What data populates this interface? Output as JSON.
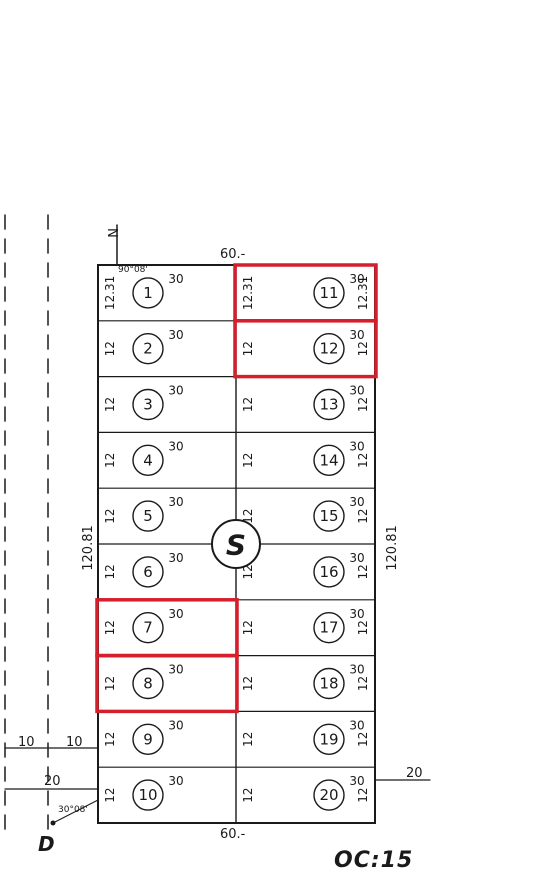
{
  "map": {
    "block_label": "S",
    "sheet_label": "OC:15",
    "north_marker": "N",
    "corner_label": "D",
    "street_top": "60.-",
    "street_bottom": "60.-",
    "left_dim": "120.81",
    "right_dim": "120.81",
    "left_offset_1": "10",
    "left_offset_2": "10",
    "left_offset_3": "20",
    "right_offset": "20",
    "corner_angle_1": "90°08'",
    "corner_angle_2": "30°08'"
  },
  "lots": [
    {
      "num": "1",
      "depth": "12.31",
      "frontage": "30"
    },
    {
      "num": "2",
      "depth": "12",
      "frontage": "30"
    },
    {
      "num": "3",
      "depth": "12",
      "frontage": "30"
    },
    {
      "num": "4",
      "depth": "12",
      "frontage": "30"
    },
    {
      "num": "5",
      "depth": "12",
      "frontage": "30"
    },
    {
      "num": "6",
      "depth": "12",
      "frontage": "30"
    },
    {
      "num": "7",
      "depth": "12",
      "frontage": "30"
    },
    {
      "num": "8",
      "depth": "12",
      "frontage": "30"
    },
    {
      "num": "9",
      "depth": "12",
      "frontage": "30"
    },
    {
      "num": "10",
      "depth": "12",
      "frontage": "30"
    },
    {
      "num": "11",
      "depth": "12.31",
      "frontage": "30",
      "depth_right": "12.31"
    },
    {
      "num": "12",
      "depth": "12",
      "frontage": "30",
      "depth_right": "12"
    },
    {
      "num": "13",
      "depth": "12",
      "frontage": "30",
      "depth_right": "12"
    },
    {
      "num": "14",
      "depth": "12",
      "frontage": "30",
      "depth_right": "12"
    },
    {
      "num": "15",
      "depth": "12",
      "frontage": "30",
      "depth_right": "12"
    },
    {
      "num": "16",
      "depth": "12",
      "frontage": "30",
      "depth_right": "12"
    },
    {
      "num": "17",
      "depth": "12",
      "frontage": "30",
      "depth_right": "12"
    },
    {
      "num": "18",
      "depth": "12",
      "frontage": "30",
      "depth_right": "12"
    },
    {
      "num": "19",
      "depth": "12",
      "frontage": "30",
      "depth_right": "12"
    },
    {
      "num": "20",
      "depth": "12",
      "frontage": "30",
      "depth_right": "12"
    }
  ],
  "highlighted_lots": [
    "7",
    "8",
    "11",
    "12"
  ],
  "colors": {
    "ink": "#1a1a1a",
    "highlight": "#d61f2c"
  }
}
